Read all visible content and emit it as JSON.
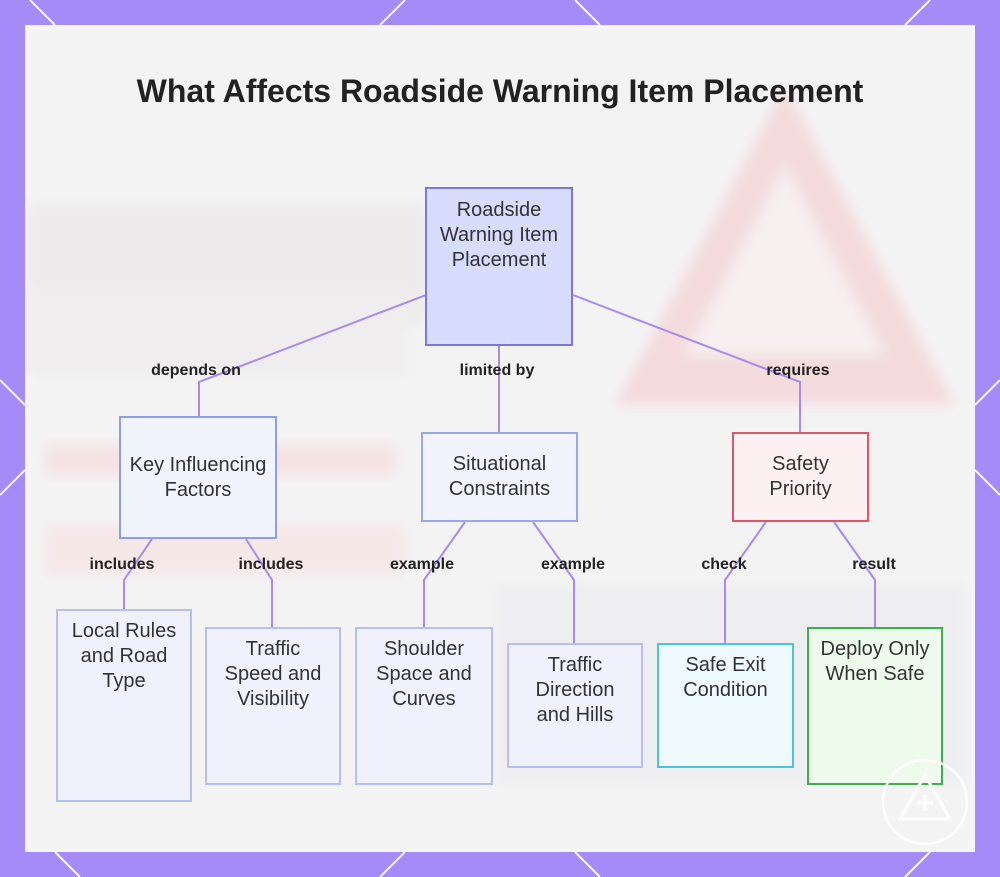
{
  "title": "What Affects Roadside Warning Item Placement",
  "colors": {
    "background": "#a58bf7",
    "panel": "#f7f7f8",
    "edge": "#a78bf0",
    "root_fill": "#d8dcfd",
    "root_border": "#7b79d8",
    "default_fill": "#f1f3fd",
    "default_border": "#9aa7e8",
    "safety_fill": "#fdf0f2",
    "safety_border": "#e05567",
    "cyan_fill": "#eefaff",
    "cyan_border": "#4cc3dd",
    "green_fill": "#eefbec",
    "green_border": "#3fae4f"
  },
  "nodes": {
    "root": "Roadside Warning Item Placement",
    "factors": "Key Influencing Factors",
    "constraints": "Situational Constraints",
    "safety": "Safety Priority",
    "local_rules": "Local Rules and Road Type",
    "traffic_speed": "Traffic Speed and Visibility",
    "shoulder": "Shoulder Space and Curves",
    "direction": "Traffic Direction and Hills",
    "safe_exit": "Safe Exit Condition",
    "deploy": "Deploy Only When Safe"
  },
  "edges": {
    "depends_on": "depends on",
    "limited_by": "limited by",
    "requires": "requires",
    "includes_1": "includes",
    "includes_2": "includes",
    "example_1": "example",
    "example_2": "example",
    "check": "check",
    "result": "result"
  },
  "icons": {
    "corner": "warning-triangle-first-aid-icon"
  }
}
